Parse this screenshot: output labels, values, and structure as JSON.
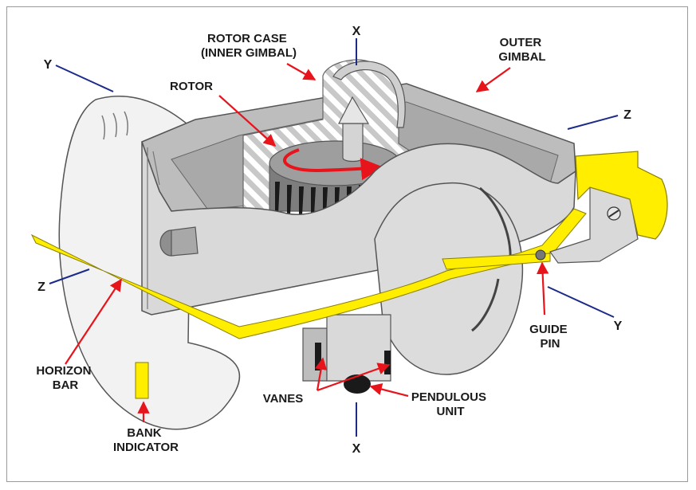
{
  "labels": {
    "rotor_case_line1": "ROTOR CASE",
    "rotor_case_line2": "(INNER GIMBAL)",
    "outer_gimbal_line1": "OUTER",
    "outer_gimbal_line2": "GIMBAL",
    "rotor": "ROTOR",
    "horizon_bar_line1": "HORIZON",
    "horizon_bar_line2": "BAR",
    "vanes": "VANES",
    "pendulous_unit_line1": "PENDULOUS",
    "pendulous_unit_line2": "UNIT",
    "guide_pin_line1": "GUIDE",
    "guide_pin_line2": "PIN",
    "bank_indicator_line1": "BANK",
    "bank_indicator_line2": "INDICATOR"
  },
  "axes": {
    "x_top": "X",
    "x_bottom": "X",
    "y_left": "Y",
    "y_right": "Y",
    "z_left": "Z",
    "z_right": "Z"
  },
  "colors": {
    "pointer_arrow": "#e8141c",
    "axis_line": "#1c2a8a",
    "horizon_bar": "#ffee00",
    "gimbal_light": "#d9d9d9",
    "gimbal_mid": "#bdbdbd",
    "gimbal_dark": "#8f8f8f",
    "frame_border": "#9a9a9a"
  }
}
